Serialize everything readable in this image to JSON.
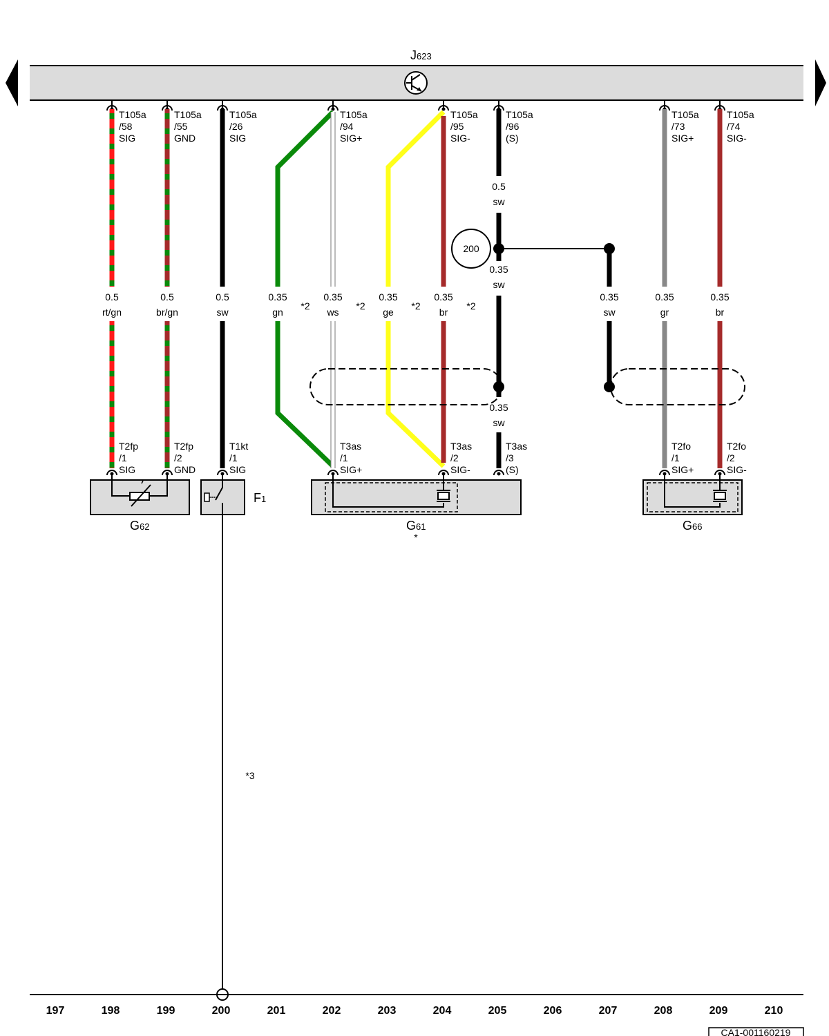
{
  "header": {
    "ecu_label": "J",
    "ecu_sub": "623",
    "ecu_icon": "transistor-icon",
    "nav_left": "triangle-left-icon",
    "nav_right": "triangle-right-icon"
  },
  "ecu_pins": [
    {
      "conn": "T105a",
      "pin": "/58",
      "sig": "SIG"
    },
    {
      "conn": "T105a",
      "pin": "/55",
      "sig": "GND"
    },
    {
      "conn": "T105a",
      "pin": "/26",
      "sig": "SIG"
    },
    {
      "conn": "T105a",
      "pin": "/94",
      "sig": "SIG+"
    },
    {
      "conn": "T105a",
      "pin": "/95",
      "sig": "SIG-"
    },
    {
      "conn": "T105a",
      "pin": "/96",
      "sig": "(S)"
    },
    {
      "conn": "T105a",
      "pin": "/73",
      "sig": "SIG+"
    },
    {
      "conn": "T105a",
      "pin": "/74",
      "sig": "SIG-"
    }
  ],
  "wires": [
    {
      "size": "0.5",
      "color": "rt/gn"
    },
    {
      "size": "0.5",
      "color": "br/gn"
    },
    {
      "size": "0.5",
      "color": "sw"
    },
    {
      "size": "0.35",
      "color": "gn"
    },
    {
      "size": "0.35",
      "color": "ws"
    },
    {
      "size": "0.35",
      "color": "ge"
    },
    {
      "size": "0.35",
      "color": "br"
    },
    {
      "size": "0.35",
      "color": "sw"
    },
    {
      "size": "0.35",
      "color": "gr"
    },
    {
      "size": "0.35",
      "color": "br"
    }
  ],
  "notes": {
    "n2": "*2",
    "n3": "*3",
    "asterisk": "*"
  },
  "shield_wire": {
    "upper_size": "0.5",
    "upper_color": "sw",
    "mid_size": "0.35",
    "mid_color": "sw",
    "lower_size": "0.35",
    "lower_color": "sw"
  },
  "ref_circle": "200",
  "comp_pins": [
    {
      "conn": "T2fp",
      "pin": "/1",
      "sig": "SIG"
    },
    {
      "conn": "T2fp",
      "pin": "/2",
      "sig": "GND"
    },
    {
      "conn": "T1kt",
      "pin": "/1",
      "sig": "SIG"
    },
    {
      "conn": "T3as",
      "pin": "/1",
      "sig": "SIG+"
    },
    {
      "conn": "T3as",
      "pin": "/2",
      "sig": "SIG-"
    },
    {
      "conn": "T3as",
      "pin": "/3",
      "sig": "(S)"
    },
    {
      "conn": "T2fo",
      "pin": "/1",
      "sig": "SIG+"
    },
    {
      "conn": "T2fo",
      "pin": "/2",
      "sig": "SIG-"
    }
  ],
  "components": [
    {
      "name": "G",
      "sub": "62"
    },
    {
      "name": "F",
      "sub": "1"
    },
    {
      "name": "G",
      "sub": "61"
    },
    {
      "name": "G",
      "sub": "66"
    }
  ],
  "tracks": [
    "197",
    "198",
    "199",
    "200",
    "201",
    "202",
    "203",
    "204",
    "205",
    "206",
    "207",
    "208",
    "209",
    "210"
  ],
  "doc_id": "CA1-001160219",
  "colors": {
    "red": "#ff1a1a",
    "green": "#0a8a0a",
    "brown": "#a52a2a",
    "yellow": "#ffff1a",
    "grey": "#888888",
    "white": "#ffffff",
    "black": "#000000",
    "ecu_fill": "#dcdcdc"
  }
}
